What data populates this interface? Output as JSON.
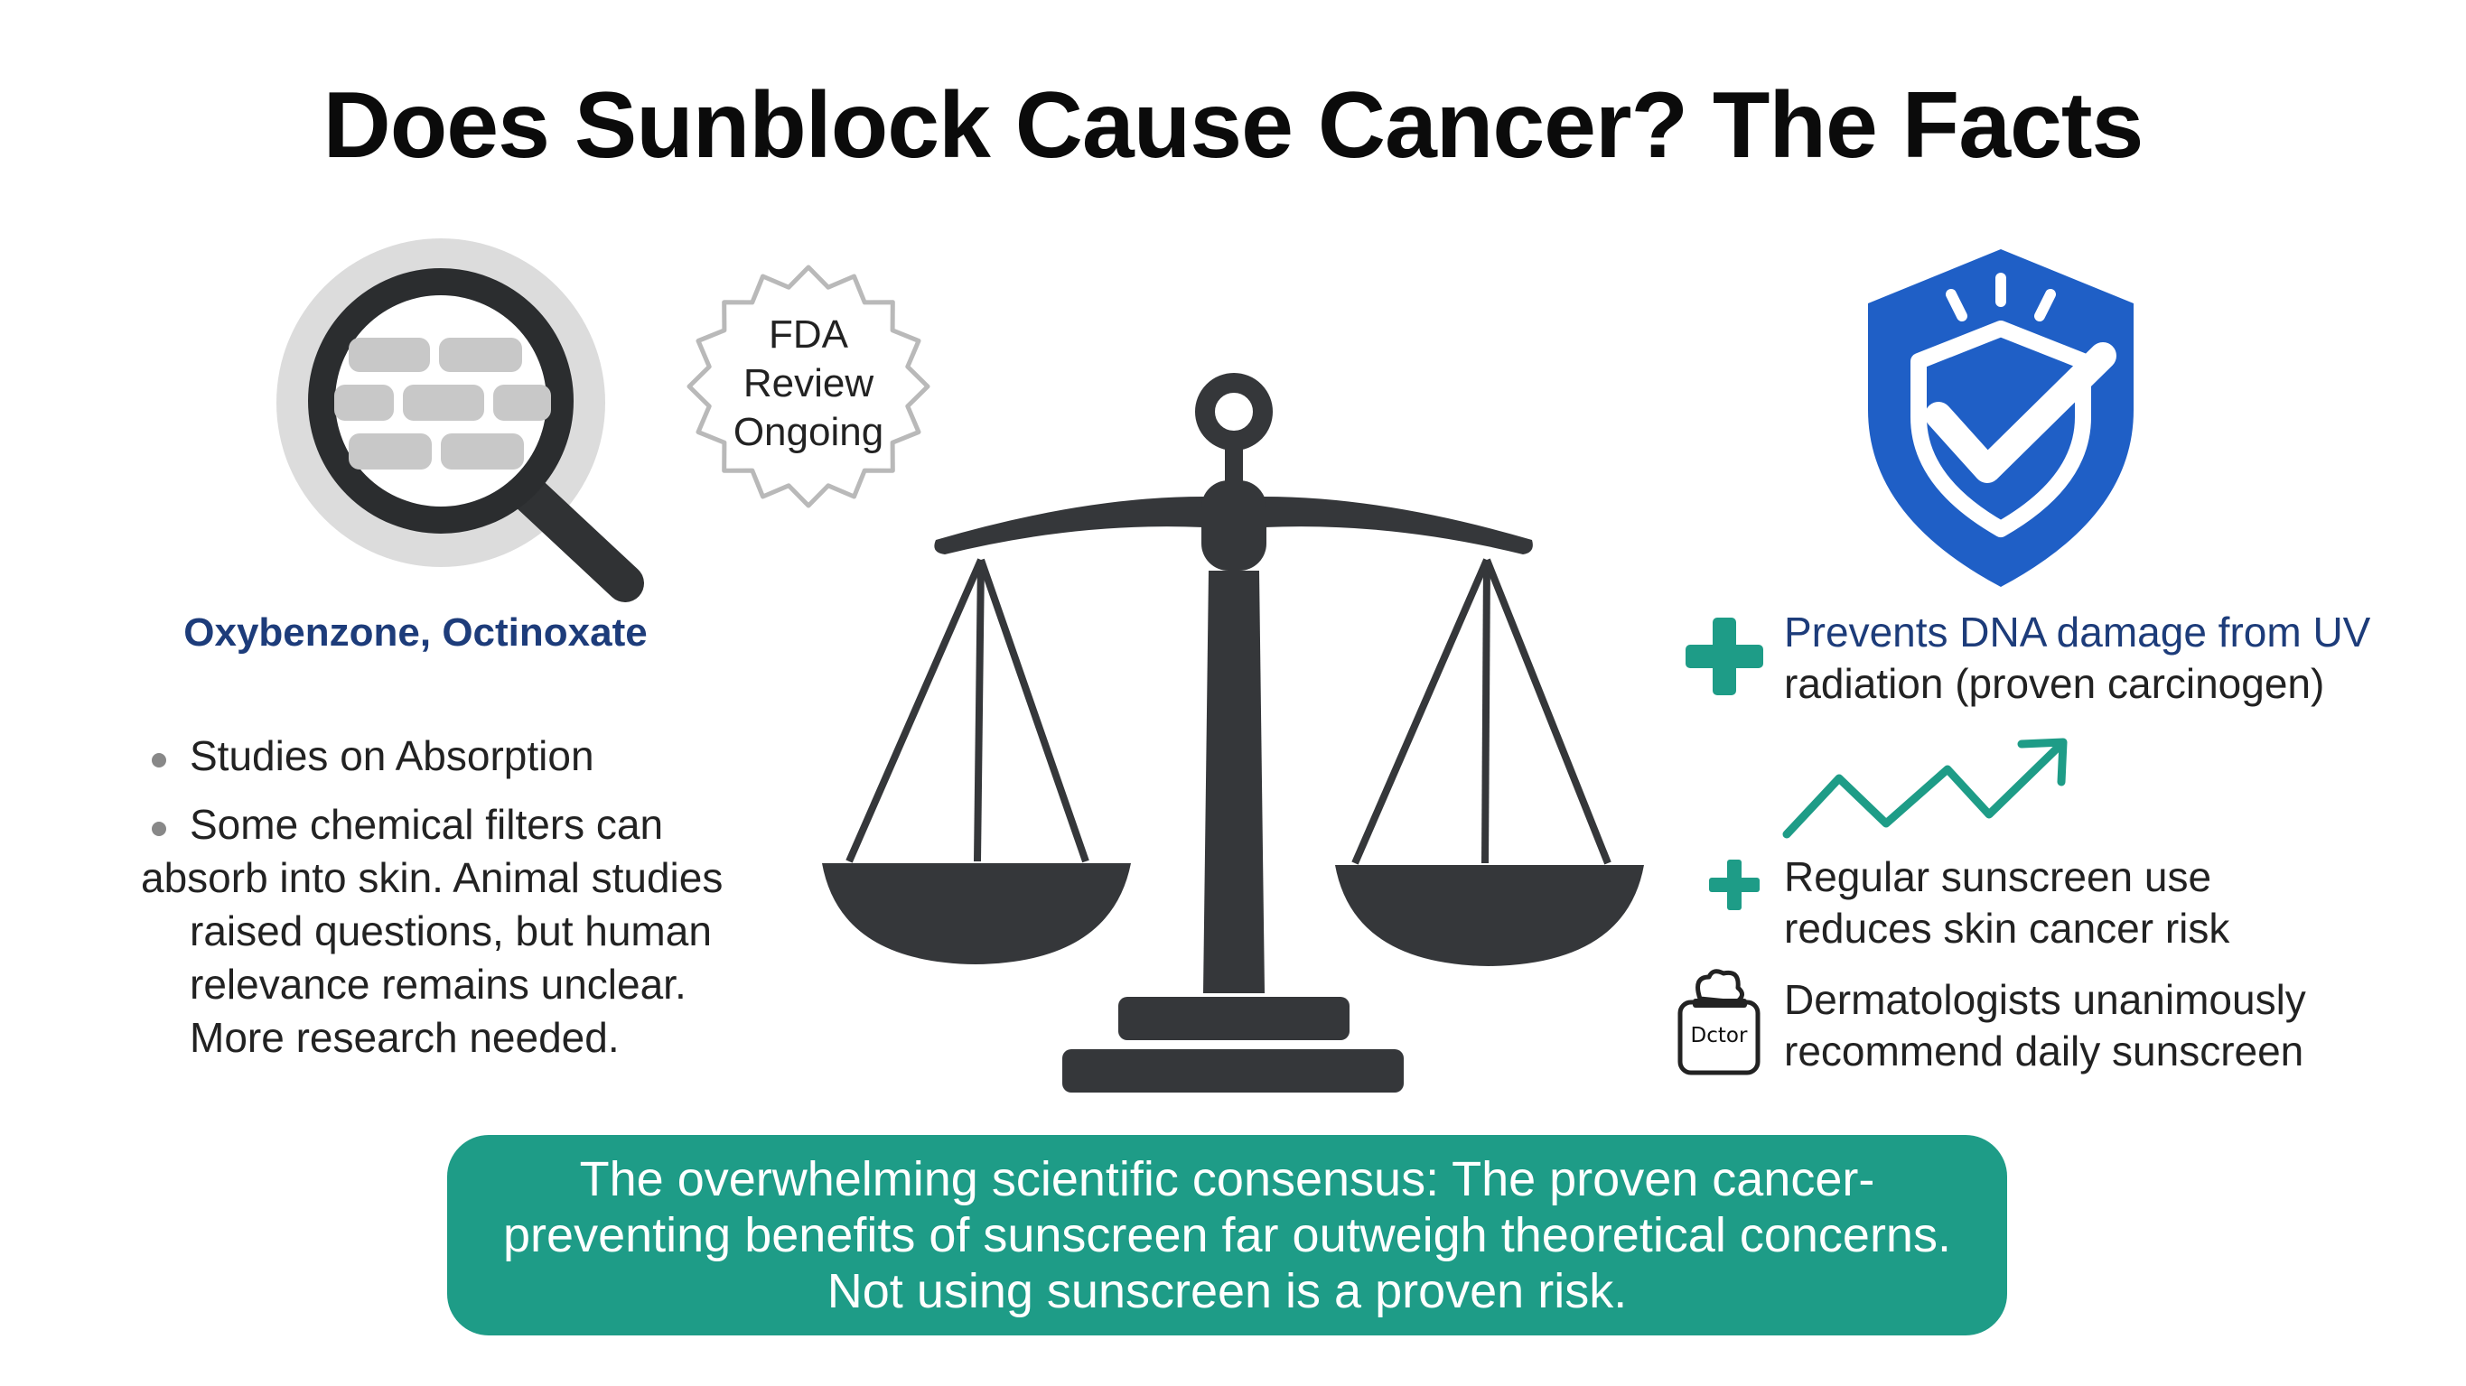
{
  "title": "Does Sunblock Cause Cancer? The Facts",
  "left": {
    "icon": "magnifying-glass-icon",
    "substances": "Oxybenzone, Octinoxate",
    "bullets": [
      "Studies on Absorption",
      "Some chemical filters can"
    ],
    "continuation_lines": [
      "absorb into skin. Animal studies",
      "raised questions, but human",
      "relevance remains unclear.",
      "More research needed."
    ]
  },
  "badge": {
    "icon": "starburst-badge-icon",
    "lines": [
      "FDA",
      "Review",
      "Ongoing"
    ]
  },
  "center": {
    "icon": "balance-scale-icon"
  },
  "right": {
    "shield_icon": "shield-check-icon",
    "items": [
      {
        "icon": "plus-icon",
        "lines": [
          "Prevents DNA damage from UV",
          "radiation (proven carcinogen)"
        ]
      },
      {
        "icon": "plus-icon",
        "lines": [
          "Regular sunscreen use",
          "reduces skin cancer risk"
        ]
      },
      {
        "icon": "doctor-icon",
        "icon_text": "Dctor",
        "lines": [
          "Dermatologists unanimously",
          "recommend daily sunscreen"
        ]
      }
    ],
    "trend_icon": "trend-up-arrow-icon"
  },
  "consensus": "The overwhelming scientific consensus: The proven cancer-preventing benefits of sunscreen far outweigh theoretical concerns. Not using sunscreen is a proven risk.",
  "colors": {
    "teal": "#1e9c87",
    "navy": "#1d3c7a",
    "shield_blue": "#1f5fc6",
    "dark_gray": "#35373a"
  }
}
